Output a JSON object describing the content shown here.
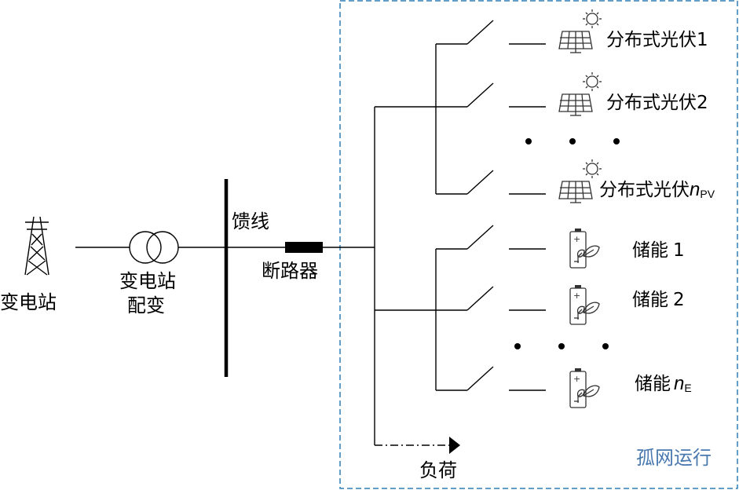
{
  "labels": {
    "substation": "变电站",
    "transformer_line1": "变电站",
    "transformer_line2": "配变",
    "feeder": "馈线",
    "breaker": "断路器",
    "load": "负荷",
    "watermark": "孤网运行"
  },
  "pv_units": [
    {
      "text": "分布式光伏",
      "num": "1"
    },
    {
      "text": "分布式光伏",
      "num": "2"
    },
    {
      "text": "分布式光伏",
      "var": "n",
      "sub": "PV"
    }
  ],
  "storage_units": [
    {
      "text": "储能",
      "num": "1"
    },
    {
      "text": "储能",
      "num": "2"
    },
    {
      "text": "储能",
      "var": "n",
      "sub": "E"
    }
  ],
  "colors": {
    "boundary": "#2e7fb5",
    "watermark": "#4a79b0",
    "lines": "#000000"
  },
  "icons": [
    "transmission-tower-icon",
    "transformer-icon",
    "solar-panel-icon",
    "sun-icon",
    "battery-leaf-icon"
  ]
}
